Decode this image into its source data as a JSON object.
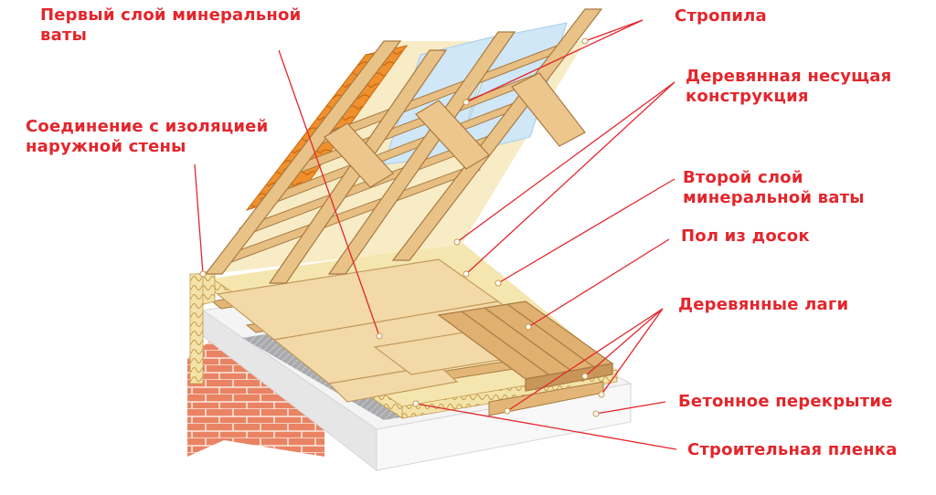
{
  "colors": {
    "label": "#e3262c",
    "leader": "#e3262c",
    "wood": "#eac48c",
    "wood_dark": "#b88a52",
    "insulation": "#f3e3a8",
    "concrete": "#f1f1f1",
    "brick": "#e98363",
    "tile": "#f0902c",
    "film": "#a9aaad",
    "glass": "#cfe7f7"
  },
  "labels": {
    "first_layer": [
      "Первый слой минеральной",
      "ваты"
    ],
    "outer_wall": [
      "Соединение с изоляцией",
      "наружной стены"
    ],
    "rafters": [
      "Стропила"
    ],
    "wood_structure": [
      "Деревянная несущая",
      "конструкция"
    ],
    "second_layer": [
      "Второй слой",
      "минеральной ваты"
    ],
    "floor_boards": [
      "Пол из досок"
    ],
    "joists": [
      "Деревянные лаги"
    ],
    "concrete_slab": [
      "Бетонное перекрытие"
    ],
    "film": [
      "Строительная пленка"
    ]
  },
  "icons": {
    "marker": "leader-dot"
  }
}
